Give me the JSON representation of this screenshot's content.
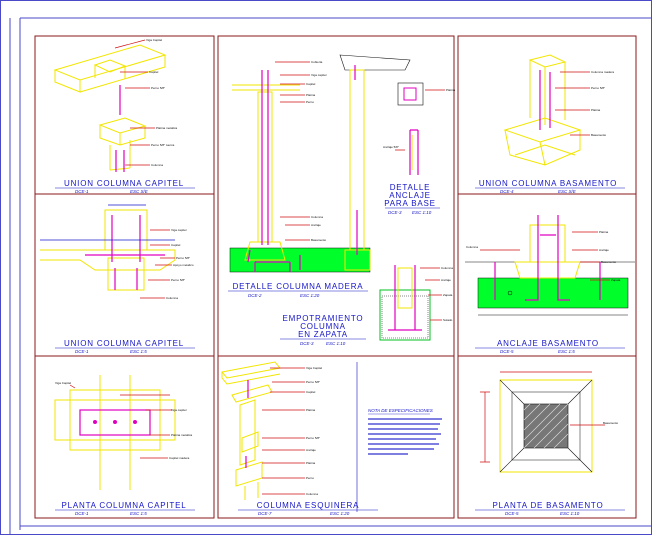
{
  "panels": [
    {
      "id": "p1",
      "title": "UNION COLUMNA CAPITEL",
      "code": "DCE-1",
      "scale": "ESC S/E"
    },
    {
      "id": "p2",
      "title": "UNION COLUMNA BASAMENTO",
      "code": "DCE-4",
      "scale": "ESC S/E"
    },
    {
      "id": "p3",
      "title": "UNION COLUMNA CAPITEL",
      "code": "DCE-1",
      "scale": "ESC 1:5"
    },
    {
      "id": "p4",
      "title": "DETALLE COLUMNA MADERA",
      "code": "DCE-2",
      "scale": "ESC 1:20"
    },
    {
      "id": "p5",
      "title": "ANCLAJE BASAMENTO",
      "code": "DCE-5",
      "scale": "ESC 1:5"
    },
    {
      "id": "p6",
      "title": "PLANTA COLUMNA CAPITEL",
      "code": "DCE-1",
      "scale": "ESC 1:5"
    },
    {
      "id": "p7",
      "title": "COLUMNA ESQUINERA",
      "code": "DCE-7",
      "scale": "ESC 1:20"
    },
    {
      "id": "p8",
      "title": "PLANTA DE BASAMENTO",
      "code": "DCE-5",
      "scale": "ESC 1:10"
    }
  ],
  "detail_anclaje": {
    "line1": "DETALLE",
    "line2": "ANCLAJE",
    "line3": "PARA BASE",
    "code": "DCE-3",
    "scale": "ESC 1:10"
  },
  "empotramiento": {
    "line1": "EMPOTRAMIENTO",
    "line2": "COLUMNA",
    "line3": "EN ZAPATA",
    "code": "DCE-3",
    "scale": "ESC 1:10"
  },
  "note": {
    "heading": "NOTA DE ESPECIFICACIONES"
  },
  "colors": {
    "frame": "#8a1a1a",
    "title": "#1515c8",
    "steel": "#e000c0",
    "wood": "#f2e600",
    "concrete": "#00ff2a",
    "leader": "#d01010"
  }
}
